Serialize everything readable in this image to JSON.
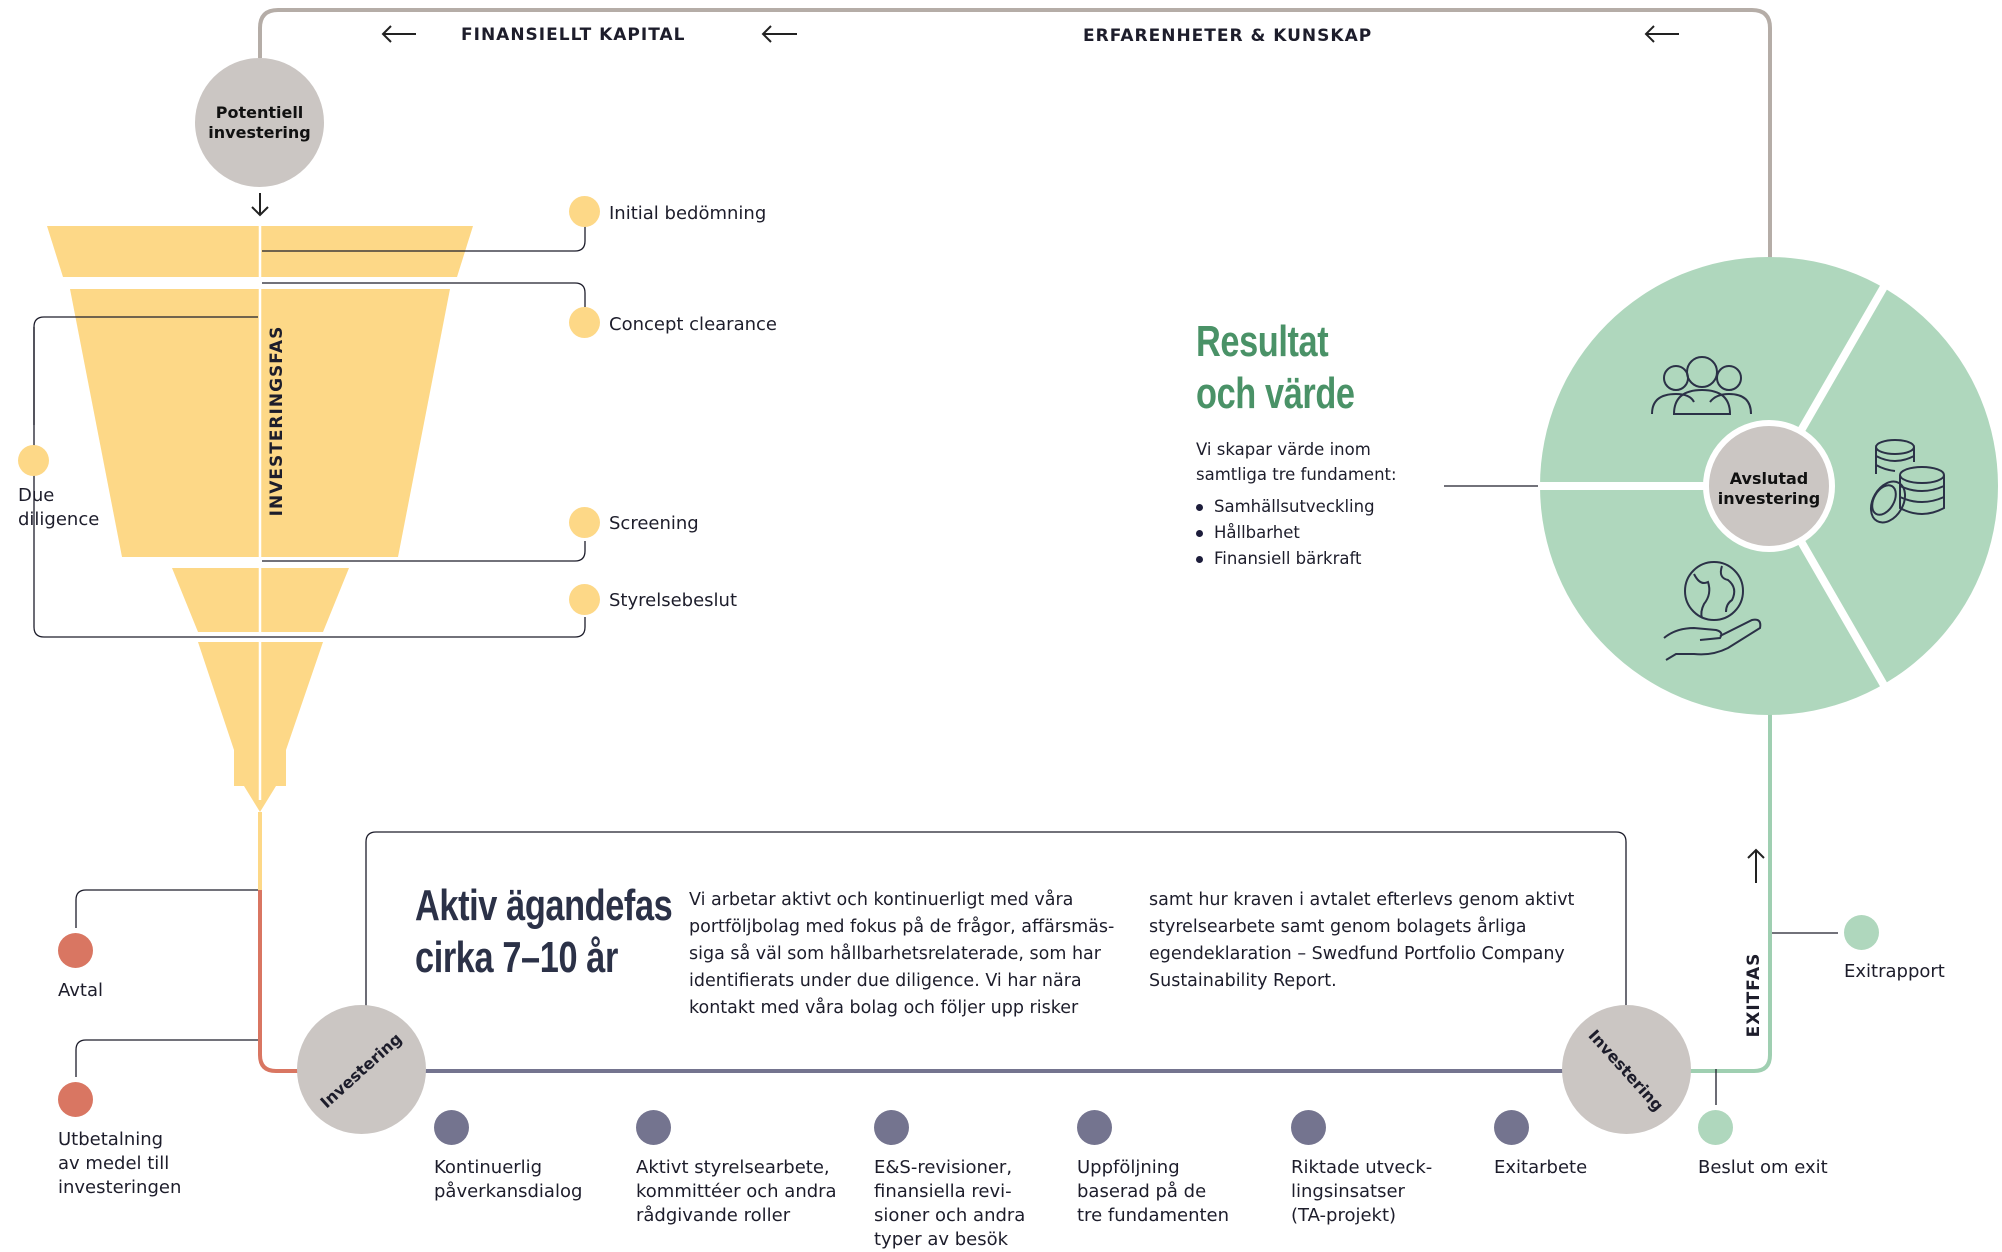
{
  "colors": {
    "funnel": "#fdd887",
    "yellow_dot": "#fdd887",
    "gray_circle": "#cbc6c3",
    "gray_line": "#b5ada7",
    "green_circle": "#afd7bd",
    "green_text": "#4a9267",
    "green_line": "#9fcfb1",
    "orange": "#d97662",
    "purple": "#74748f",
    "navy": "#2b3147"
  },
  "top": {
    "finansiellt": "FINANSIELLT KAPITAL",
    "erfarenheter": "ERFARENHETER & KUNSKAP"
  },
  "potentiell": "Potentiell\ninvestering",
  "funnel_label": "INVESTERINGSFAS",
  "steps": {
    "initial": "Initial bedömning",
    "concept": "Concept clearance",
    "screening": "Screening",
    "styrelse": "Styrelsebeslut",
    "due": "Due\ndiligence"
  },
  "resultat": {
    "title": "Resultat\noch värde",
    "intro": "Vi skapar värde inom\nsamtliga tre fundament:",
    "bullets": [
      "Samhällsutveckling",
      "Hållbarhet",
      "Finansiell bärkraft"
    ]
  },
  "avslutad": "Avslutad\ninvestering",
  "icons": [
    "people-icon",
    "coins-icon",
    "globe-hand-icon"
  ],
  "left_items": {
    "avtal": "Avtal",
    "utbetalning": "Utbetalning\nav medel till\ninvesteringen"
  },
  "aktiv": {
    "title": "Aktiv ägandefas\ncirka 7–10 år",
    "col1": "Vi arbetar aktivt och kontinuerligt med våra\nportföljbolag med fokus på de frågor, affärsmäs-\nsiga så väl som hållbarhetsrelaterade, som har\nidentifierats under due diligence. Vi har nära\nkontakt med våra bolag och följer upp risker",
    "col2": "samt hur kraven i avtalet efterlevs genom aktivt\nstyrelsearbete samt genom bolagets årliga\negendeklaration – Swedfund Portfolio Company\nSustainability Report."
  },
  "investering": "Investering",
  "exitfas": "EXITFAS",
  "exitrapport": "Exitrapport",
  "beslut": "Beslut om exit",
  "bottom_items": [
    "Kontinuerlig\npåverkansdialog",
    "Aktivt styrelsearbete,\nkommittéer och andra\nrådgivande roller",
    "E&S-revisioner,\nfinansiella revi-\nsioner och andra\ntyper av besök",
    "Uppföljning\nbaserad på de\ntre fundamenten",
    "Riktade utveck-\nlingsinsatser\n(TA-projekt)",
    "Exitarbete"
  ]
}
